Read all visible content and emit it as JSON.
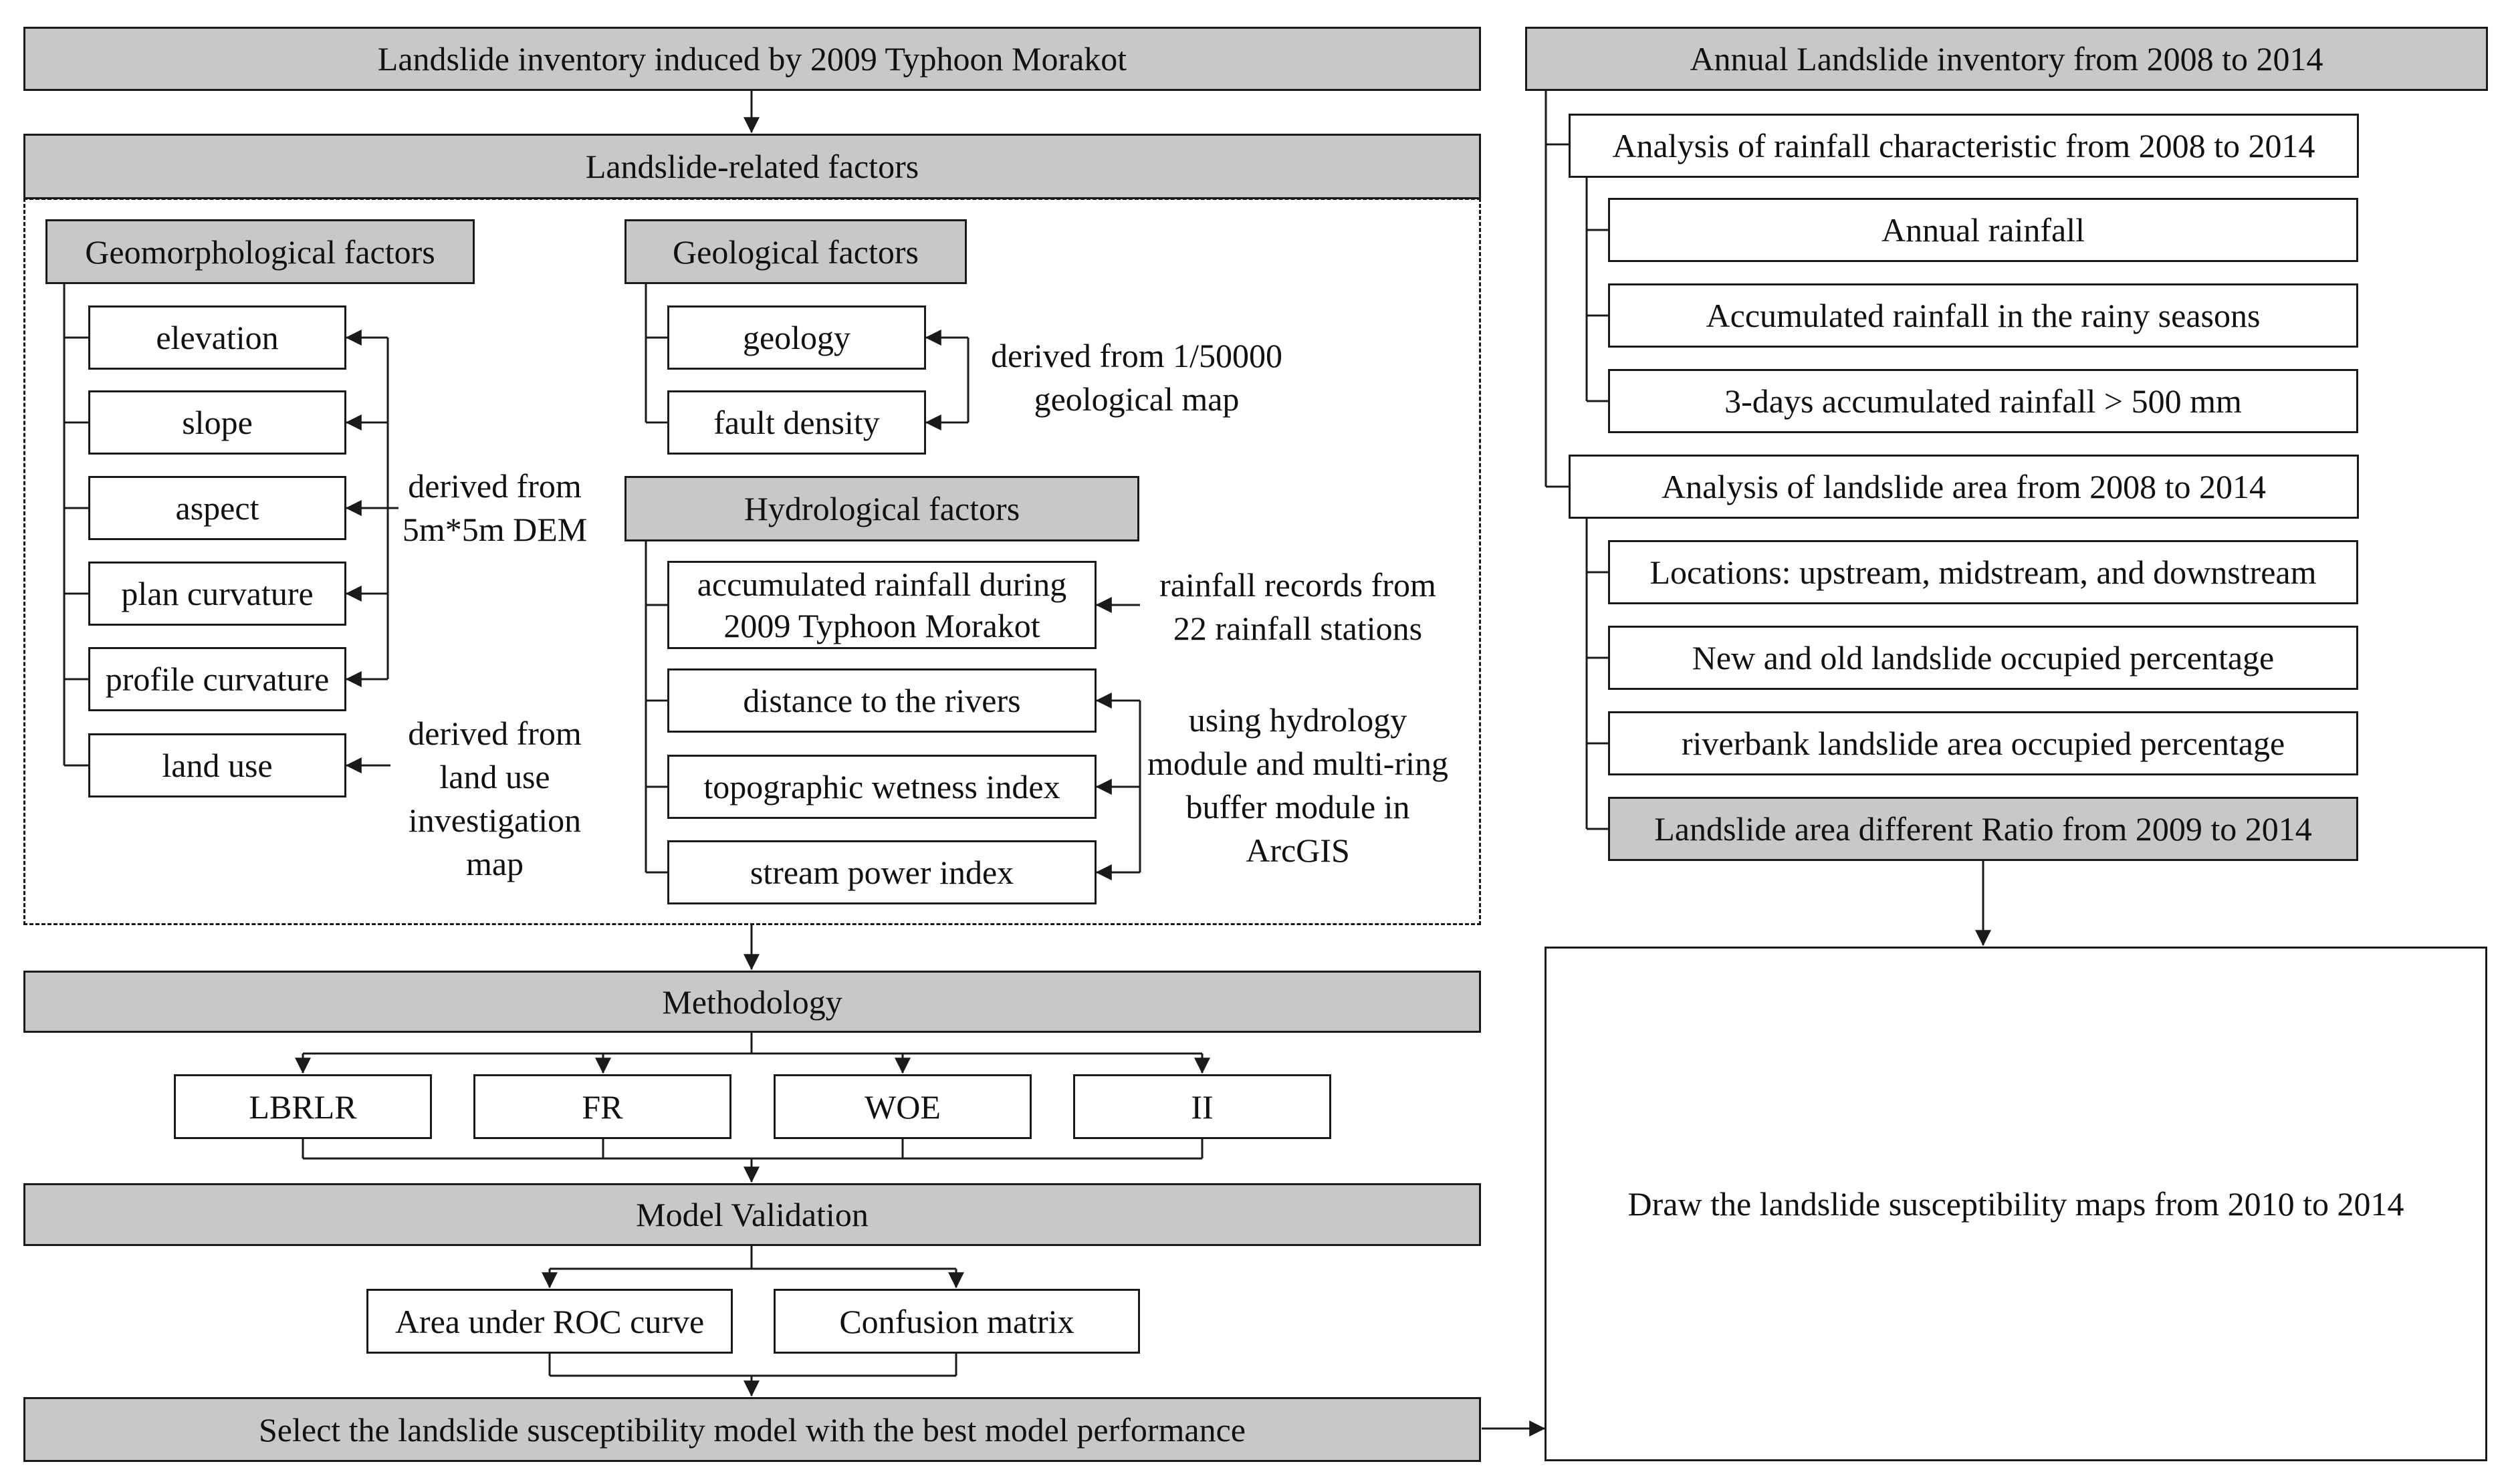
{
  "inventory_2009": "Landslide inventory induced by 2009 Typhoon Morakot",
  "annual_inventory": "Annual Landslide inventory from 2008 to 2014",
  "factors": {
    "title": "Landslide-related factors",
    "geomorphological": {
      "title": "Geomorphological factors",
      "items": [
        "elevation",
        "slope",
        "aspect",
        "plan curvature",
        "profile curvature",
        "land use"
      ],
      "dem_note": "derived from 5m*5m DEM",
      "landuse_note": "derived from land use investigation map"
    },
    "geological": {
      "title": "Geological factors",
      "items": [
        "geology",
        "fault density"
      ],
      "note": "derived from 1/50000 geological map"
    },
    "hydrological": {
      "title": "Hydrological factors",
      "items": [
        "accumulated rainfall during 2009 Typhoon Morakot",
        "distance to the rivers",
        "topographic wetness index",
        "stream power index"
      ],
      "rainfall_note": "rainfall records from 22 rainfall stations",
      "gis_note": "using hydrology module and multi-ring buffer module in ArcGIS"
    }
  },
  "methodology": {
    "title": "Methodology",
    "methods": [
      "LBRLR",
      "FR",
      "WOE",
      "II"
    ]
  },
  "validation": {
    "title": "Model Validation",
    "items": [
      "Area under ROC curve",
      "Confusion matrix"
    ]
  },
  "select_model": "Select the landslide susceptibility model with the best model performance",
  "rainfall_analysis": {
    "title": "Analysis of rainfall characteristic from 2008 to 2014",
    "items": [
      "Annual rainfall",
      "Accumulated rainfall in the rainy seasons",
      "3-days accumulated rainfall > 500 mm"
    ]
  },
  "area_analysis": {
    "title": "Analysis of landslide area from 2008 to 2014",
    "items": [
      "Locations: upstream, midstream, and downstream",
      "New and old landslide occupied percentage",
      "riverbank landslide area occupied percentage",
      "Landslide area different Ratio from 2009 to 2014"
    ]
  },
  "final_output": "Draw the landslide susceptibility maps from 2010 to 2014",
  "colors": {
    "box_fill": "#ffffff",
    "shaded_fill": "#c8c8c8",
    "line": "#1a1a1a"
  }
}
